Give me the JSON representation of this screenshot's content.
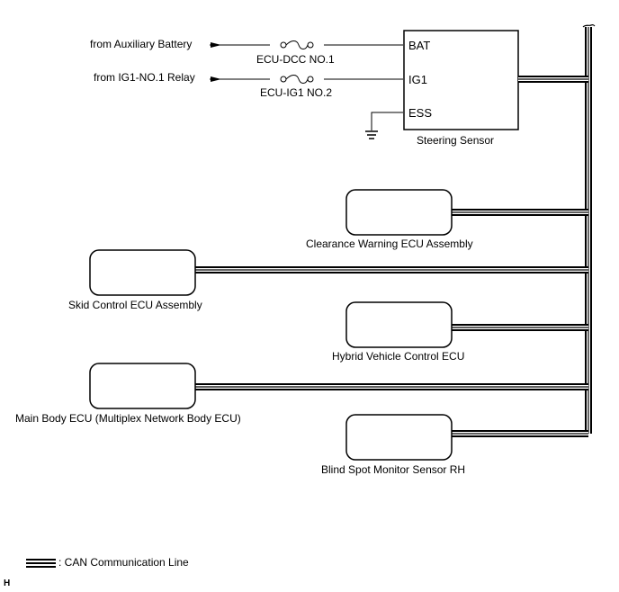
{
  "diagram": {
    "inputs": [
      {
        "source": "from Auxiliary Battery",
        "fuse": "ECU-DCC NO.1",
        "pin": "BAT"
      },
      {
        "source": "from IG1-NO.1 Relay",
        "fuse": "ECU-IG1 NO.2",
        "pin": "IG1"
      }
    ],
    "ground_pin": "ESS",
    "steering_sensor": {
      "label": "Steering Sensor"
    },
    "ecus": [
      {
        "label": "Clearance Warning ECU Assembly"
      },
      {
        "label": "Skid Control ECU Assembly"
      },
      {
        "label": "Hybrid Vehicle Control ECU"
      },
      {
        "label": "Main Body ECU (Multiplex Network Body ECU)"
      },
      {
        "label": "Blind Spot Monitor Sensor RH"
      }
    ],
    "legend": {
      "label": ": CAN Communication Line"
    },
    "corner_mark": "H"
  },
  "colors": {
    "line": "#000000",
    "background": "#ffffff"
  }
}
